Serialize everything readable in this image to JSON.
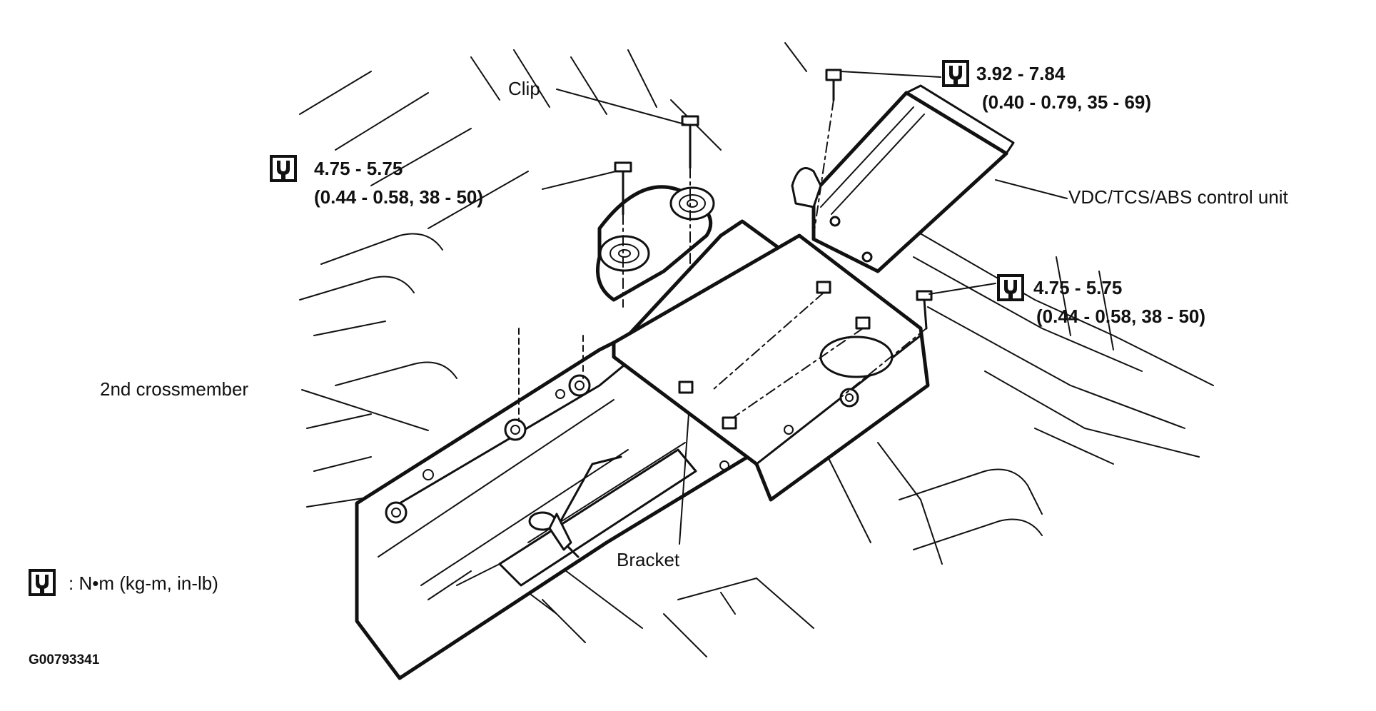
{
  "labels": {
    "clip": "Clip",
    "control_unit": "VDC/TCS/ABS control unit",
    "crossmember": "2nd crossmember",
    "bracket": "Bracket"
  },
  "torque_specs": {
    "control_unit": {
      "value": "3.92 - 7.84",
      "alt": "(0.40 - 0.79, 35 - 69)"
    },
    "clip": {
      "value": "4.75 - 5.75",
      "alt": "(0.44 - 0.58, 38 - 50)"
    },
    "bracket": {
      "value": "4.75 - 5.75",
      "alt": "(0.44 - 0.58, 38 - 50)"
    }
  },
  "legend": {
    "units": ": N•m  (kg-m,  in-lb)"
  },
  "figure_id": "G00793341",
  "icons": {
    "torque": "torque-wrench-icon"
  },
  "colors": {
    "ink": "#111111",
    "background": "#ffffff"
  }
}
